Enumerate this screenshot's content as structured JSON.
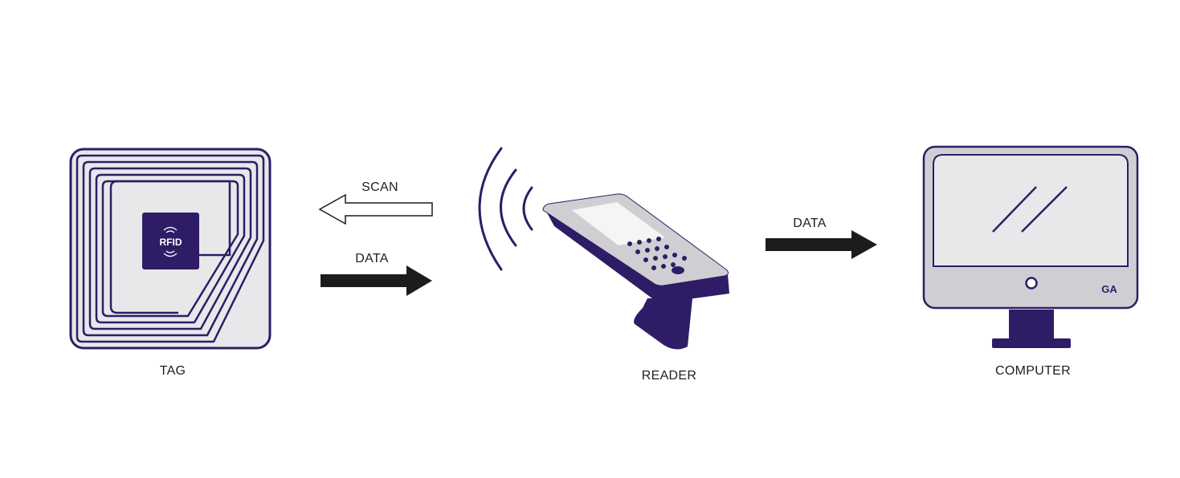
{
  "colors": {
    "purple": "#2e1d66",
    "light_gray": "#e8e8ea",
    "mid_gray": "#cfcfd3",
    "black": "#1c1c1c",
    "white": "#ffffff"
  },
  "tag": {
    "label": "TAG",
    "chip_text": "RFID"
  },
  "arrows": {
    "scan_label": "SCAN",
    "data_label_left": "DATA",
    "data_label_right": "DATA"
  },
  "reader": {
    "label": "READER"
  },
  "computer": {
    "label": "COMPUTER",
    "brand": "GA"
  },
  "icons": [
    "rfid-tag-icon",
    "scan-arrow-icon",
    "data-arrow-icon",
    "radio-waves-icon",
    "handheld-reader-icon",
    "computer-monitor-icon"
  ]
}
